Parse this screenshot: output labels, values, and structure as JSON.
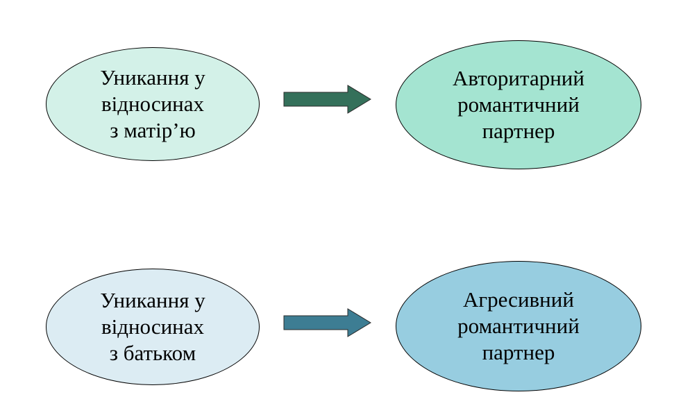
{
  "rows": [
    {
      "left": {
        "lines": [
          "Уникання у",
          "відносинах",
          "з матір’ю"
        ],
        "fill": "#d3f1e8"
      },
      "arrow": {
        "fill": "#34705a"
      },
      "right": {
        "lines": [
          "Авторитарний",
          "романтичний",
          "партнер"
        ],
        "fill": "#a4e4d1"
      }
    },
    {
      "left": {
        "lines": [
          "Уникання у",
          "відносинах",
          "з батьком"
        ],
        "fill": "#dcecf3"
      },
      "arrow": {
        "fill": "#3d7d93"
      },
      "right": {
        "lines": [
          "Агресивний",
          "романтичний",
          "партнер"
        ],
        "fill": "#97cde0"
      }
    }
  ]
}
